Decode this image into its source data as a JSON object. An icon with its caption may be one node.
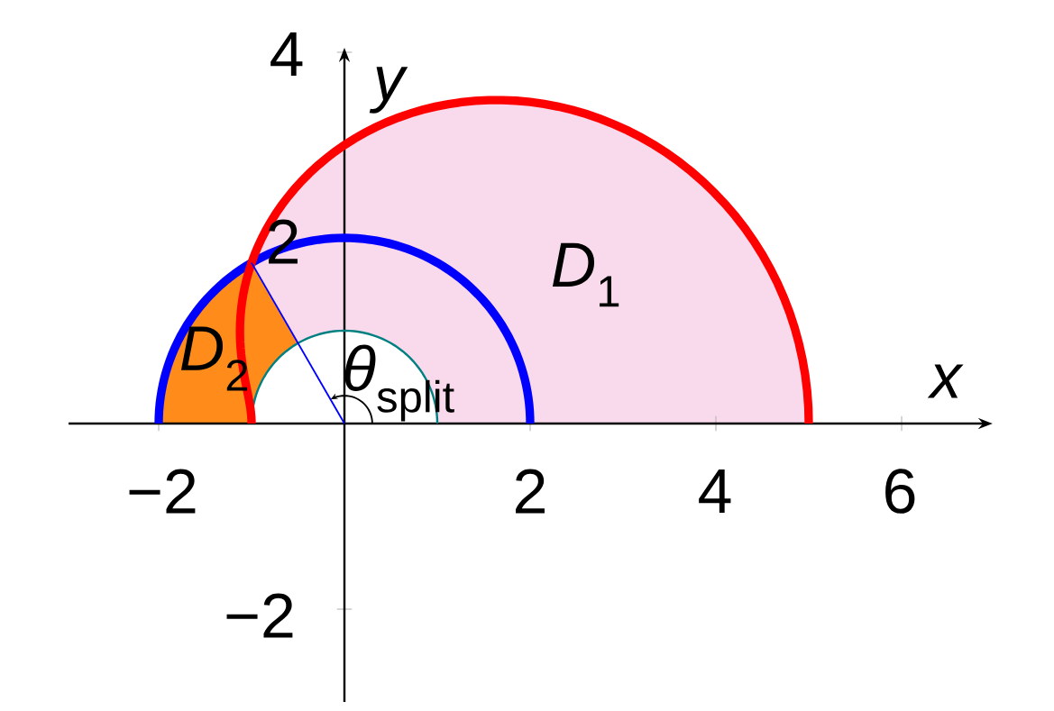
{
  "diagram": {
    "labels": [
      "4",
      "*y*",
      "2",
      "*D*$_{1}$",
      "*D*$_{2}$",
      "*θ*$_{split}$",
      "*x*",
      "−2",
      "2",
      "4",
      "6",
      "−2"
    ]
  }
}
